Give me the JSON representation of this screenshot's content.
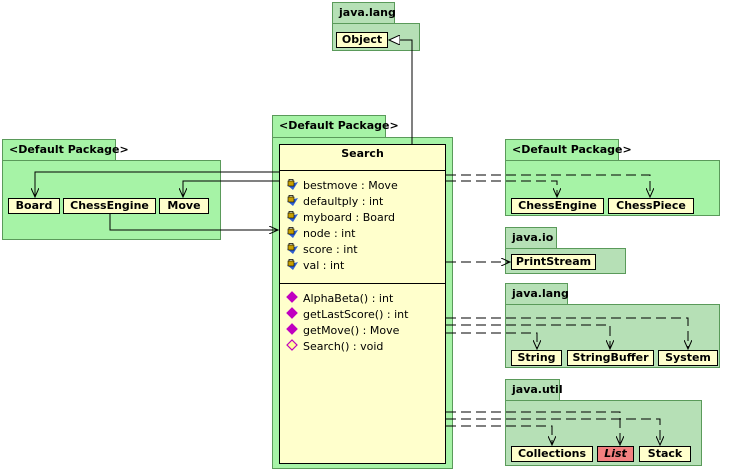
{
  "packages": {
    "java_lang_top": "java.lang",
    "default_left": "<Default Package>",
    "default_center": "<Default Package>",
    "default_right": "<Default Package>",
    "java_io": "java.io",
    "java_lang_right": "java.lang",
    "java_util": "java.util"
  },
  "classes": {
    "object": "Object",
    "board": "Board",
    "chess_engine_left": "ChessEngine",
    "move": "Move",
    "chess_engine_right": "ChessEngine",
    "chess_piece": "ChessPiece",
    "print_stream": "PrintStream",
    "string": "String",
    "string_buffer": "StringBuffer",
    "system": "System",
    "collections": "Collections",
    "list": "List",
    "stack": "Stack"
  },
  "search": {
    "title": "Search",
    "attributes": [
      "bestmove : Move",
      "defaultply : int",
      "myboard : Board",
      "node : int",
      "score : int",
      "val : int"
    ],
    "methods": [
      "AlphaBeta() : int",
      "getLastScore() : int",
      "getMove() : Move",
      "Search() : void"
    ]
  },
  "colors": {
    "package_light": "#b6e0b6",
    "package_bright": "#a6f3a6",
    "class_fill": "#ffffcc",
    "interface_fill": "#f28080",
    "field_icon": "#c8a000",
    "method_icon": "#c000c0"
  }
}
